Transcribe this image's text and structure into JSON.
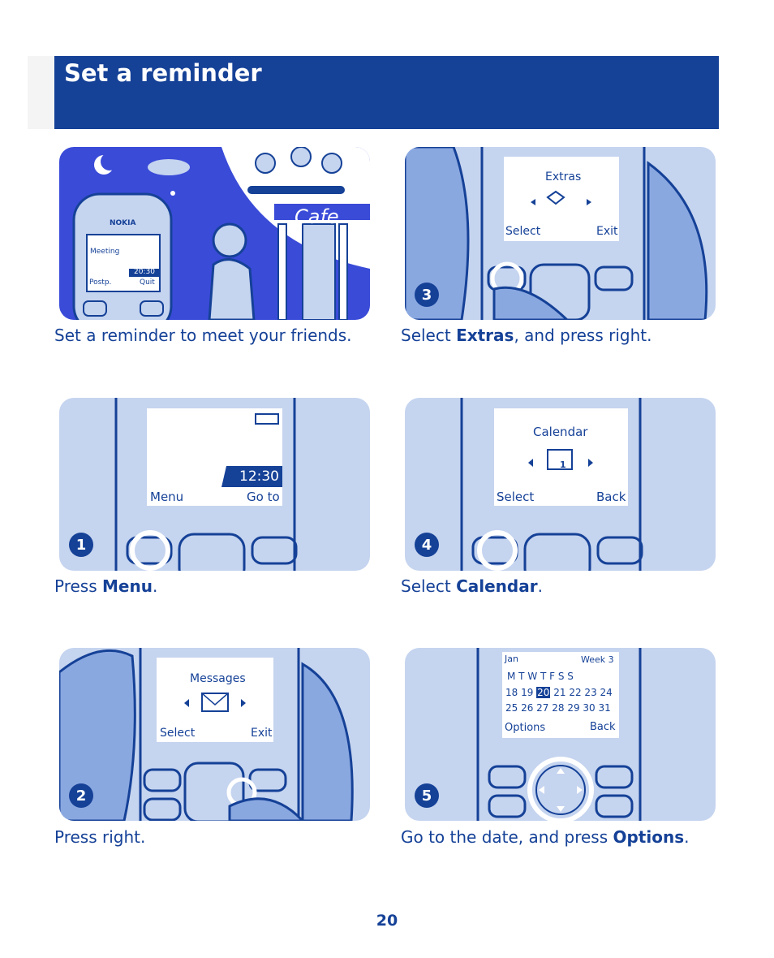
{
  "header": {
    "title": "Set a reminder"
  },
  "panels": {
    "p0": {
      "caption": "Set a reminder to meet your friends.",
      "brand": "NOKIA",
      "alert": "Meeting",
      "time": "20:30",
      "left": "Postp.",
      "right": "Quit",
      "sign": "Cafe"
    },
    "p1": {
      "num": "1",
      "caption_pre": "Press ",
      "caption_bold": "Menu",
      "caption_post": ".",
      "time": "12:30",
      "left": "Menu",
      "right": "Go to"
    },
    "p2": {
      "num": "2",
      "caption": "Press right.",
      "title": "Messages",
      "left": "Select",
      "right": "Exit"
    },
    "p3": {
      "num": "3",
      "caption_pre": "Select ",
      "caption_bold": "Extras",
      "caption_post": ", and press right.",
      "title": "Extras",
      "left": "Select",
      "right": "Exit"
    },
    "p4": {
      "num": "4",
      "caption_pre": "Select ",
      "caption_bold": "Calendar",
      "caption_post": ".",
      "title": "Calendar",
      "left": "Select",
      "right": "Back",
      "icon_num": "1"
    },
    "p5": {
      "num": "5",
      "caption_pre": "Go to the date, and press ",
      "caption_bold": "Options",
      "caption_post": ".",
      "month": "Jan",
      "week": "Week 3",
      "days": "M  T  W  T  F  S  S",
      "row1_pre": "18 19 ",
      "row1_hi": "20",
      "row1_post": " 21 22 23 24",
      "row2": "25 26 27 28 29 30 31",
      "left": "Options",
      "right": "Back"
    }
  },
  "page_number": "20",
  "colors": {
    "brand": "#154197",
    "panel_bg": "#c5d4ef",
    "accent": "#3a4bd8"
  }
}
